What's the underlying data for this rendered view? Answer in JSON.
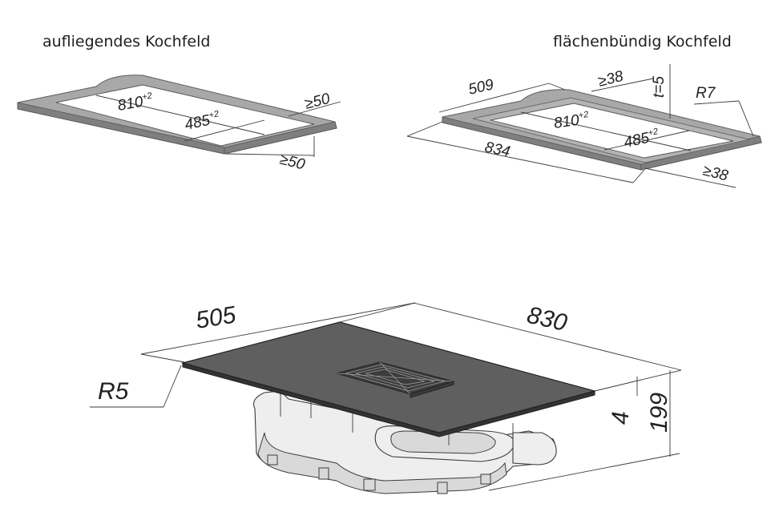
{
  "captions": {
    "left": "aufliegendes Kochfeld",
    "right": "flächenbündig Kochfeld"
  },
  "left_frame": {
    "cutout_length": "810",
    "cutout_length_tol": "+2",
    "cutout_depth": "485",
    "cutout_depth_tol": "+2",
    "min_side": "≥50",
    "min_front": "≥50"
  },
  "right_frame": {
    "recess_depth": "509",
    "recess_length": "834",
    "cutout_length": "810",
    "cutout_length_tol": "+2",
    "cutout_depth": "485",
    "cutout_depth_tol": "+2",
    "min_back": "≥38",
    "min_front": "≥38",
    "thickness": "t=5",
    "radius": "R7"
  },
  "appliance": {
    "depth": "505",
    "length": "830",
    "corner_radius": "R5",
    "glass_thickness": "4",
    "height": "199"
  }
}
